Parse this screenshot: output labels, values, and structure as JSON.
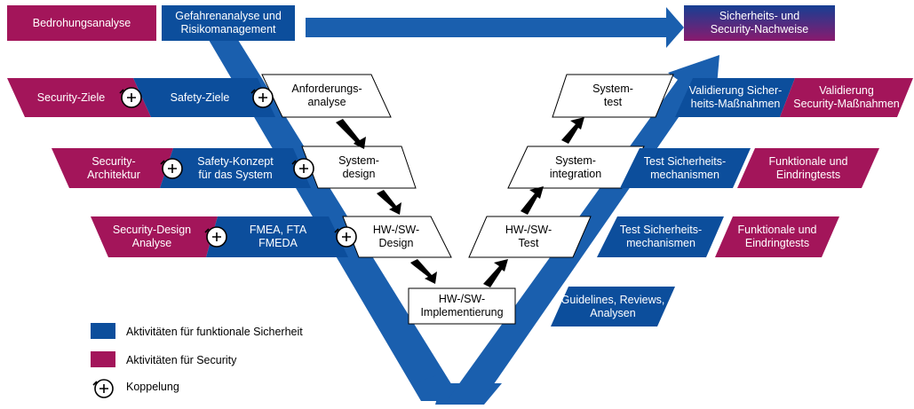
{
  "colors": {
    "safety_blue": "#0c4e9c",
    "security_magenta": "#a3155a",
    "arrow_blue": "#1a5fae",
    "outline": "#000000"
  },
  "top": {
    "threat_analysis": "Bedrohungsanalyse",
    "hazard_analysis": "Gefahrenanalyse und\nRisikomanagement",
    "evidence": "Sicherheits- und\nSecurity-Nachweise"
  },
  "left": {
    "security_goals": "Security-Ziele",
    "safety_goals": "Safety-Ziele",
    "security_architecture": "Security-\nArchitektur",
    "safety_concept": "Safety-Konzept\nfür das System",
    "security_design_analysis": "Security-Design\nAnalyse",
    "fmea": "FMEA, FTA\nFMEDA"
  },
  "vmodel": {
    "requirements": "Anforderungs-\nanalyse",
    "system_design": "System-\ndesign",
    "hw_sw_design": "HW-/SW-\nDesign",
    "implementation": "HW-/SW-\nImplementierung",
    "hw_sw_test": "HW-/SW-\nTest",
    "system_integration": "System-\nintegration",
    "system_test": "System-\ntest"
  },
  "right": {
    "validation_safety": "Validierung Sicher-\nheits-Maßnahmen",
    "validation_security": "Validierung\nSecurity-Maßnahmen",
    "test_safety_1": "Test Sicherheits-\nmechanismen",
    "functional_tests_1": "Funktionale und\nEindringtests",
    "test_safety_2": "Test Sicherheits-\nmechanismen",
    "functional_tests_2": "Funktionale und\nEindringtests",
    "guidelines": "Guidelines, Reviews,\nAnalysen"
  },
  "legend": {
    "safety": "Aktivitäten für funktionale Sicherheit",
    "security": "Aktivitäten für Security",
    "coupling": "Koppelung"
  },
  "icons": {
    "coupling": "coupling-icon"
  }
}
